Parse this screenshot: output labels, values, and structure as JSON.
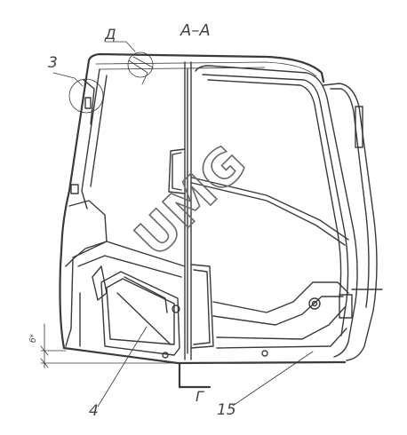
{
  "section_title": "A–A",
  "callouts": {
    "d": "Д",
    "three": "3",
    "four": "4",
    "fifteen": "15",
    "g": "Г",
    "dim": "б*"
  },
  "watermark": "UMG"
}
